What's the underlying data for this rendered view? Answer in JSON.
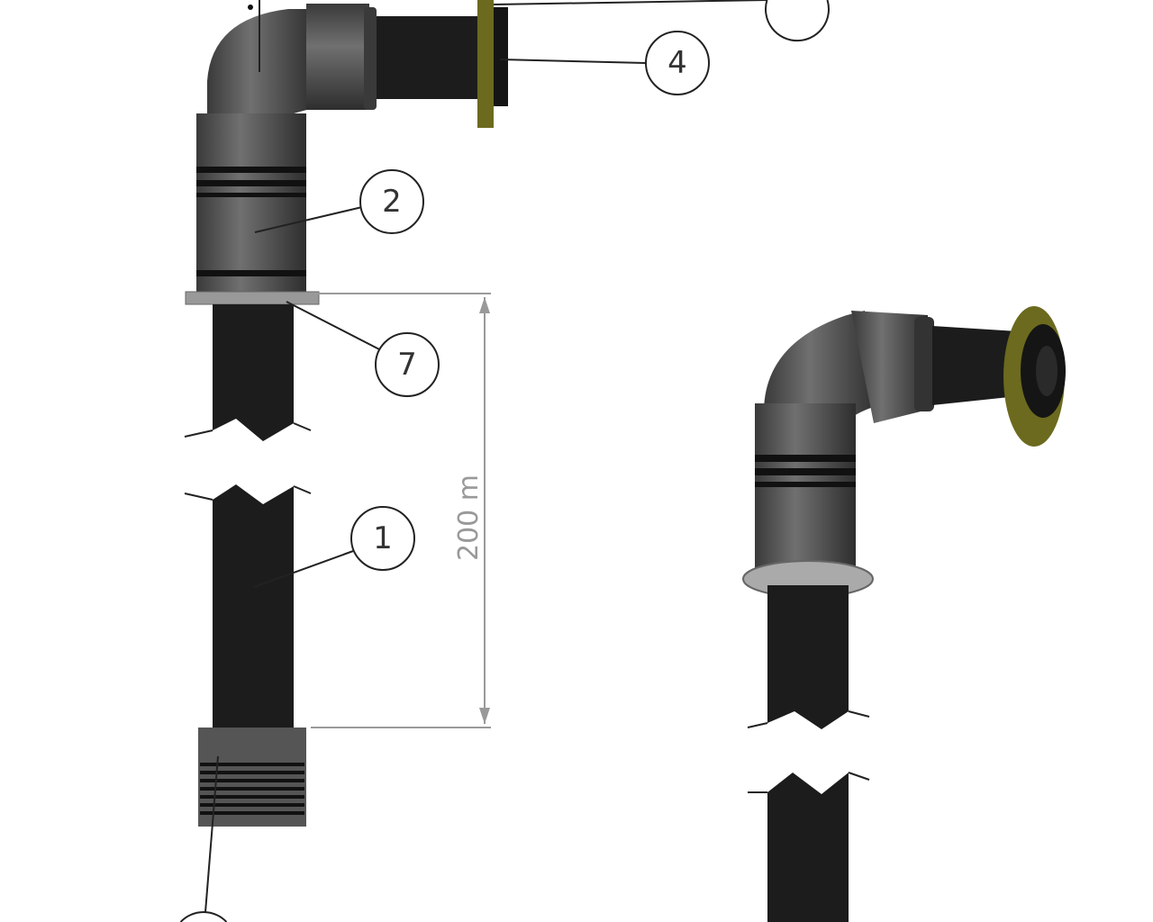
{
  "drawing": {
    "balloons": {
      "b1": "1",
      "b2": "2",
      "b4": "4",
      "b7": "7"
    },
    "dimension_label": "200 m",
    "colors": {
      "pipe": "#1c1c1c",
      "fitting": "#555555",
      "flange": "#6b6a1e",
      "dimension": "#999999"
    }
  }
}
